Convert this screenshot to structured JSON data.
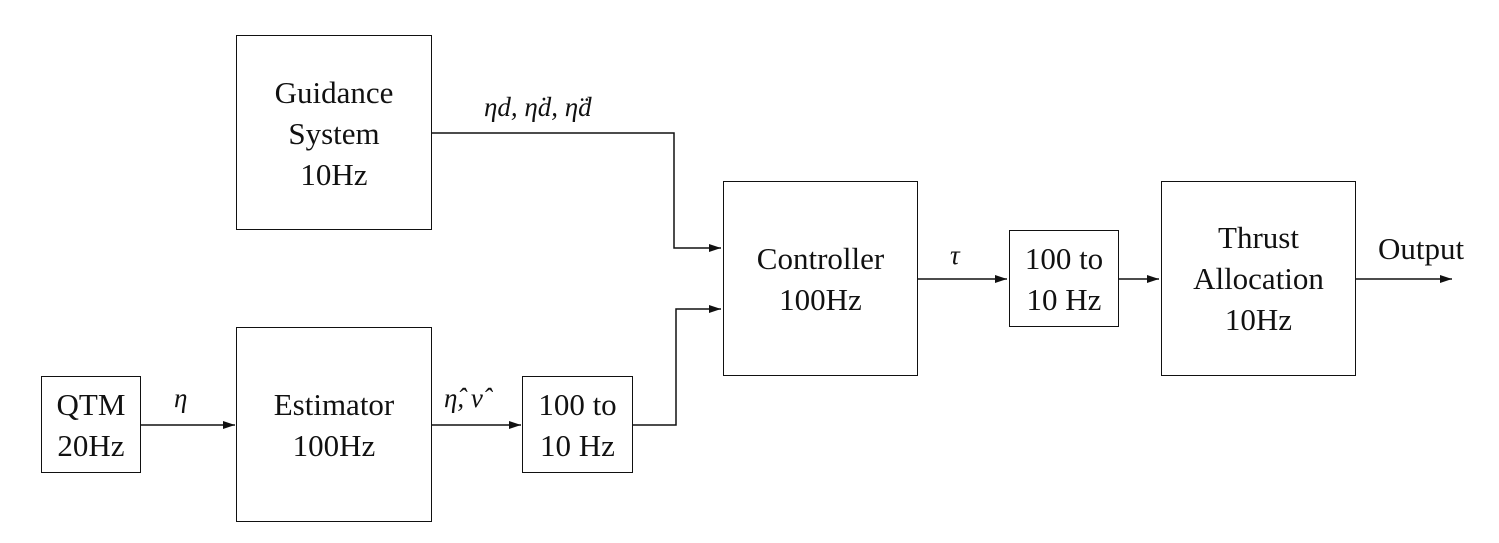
{
  "blocks": {
    "guidance": {
      "lines": [
        "Guidance",
        "System",
        "10Hz"
      ]
    },
    "estimator": {
      "lines": [
        "Estimator",
        "100Hz"
      ]
    },
    "qtm": {
      "lines": [
        "QTM",
        "20Hz"
      ]
    },
    "rate1": {
      "lines": [
        "100 to",
        "10 Hz"
      ]
    },
    "controller": {
      "lines": [
        "Controller",
        "100Hz"
      ]
    },
    "rate2": {
      "lines": [
        "100 to",
        "10 Hz"
      ]
    },
    "thrust": {
      "lines": [
        "Thrust",
        "Allocation",
        "10Hz"
      ]
    }
  },
  "signals": {
    "guidance_out": "ηd, η̇d, η̈d",
    "qtm_out": "η",
    "estimator_out": "η̂, ν̂",
    "controller_out": "τ",
    "output": "Output"
  },
  "colors": {
    "stroke": "#111111",
    "background": "#ffffff"
  }
}
